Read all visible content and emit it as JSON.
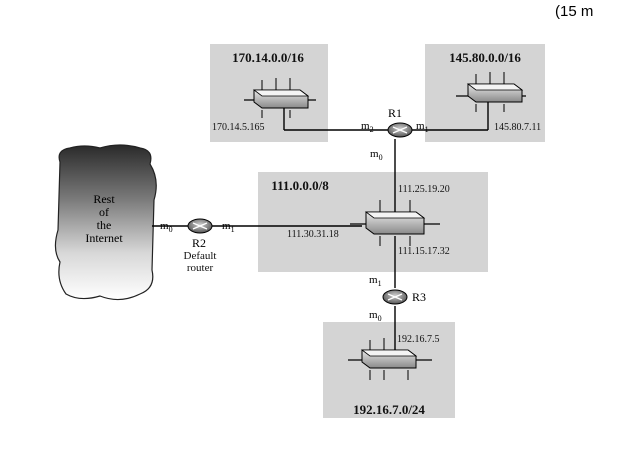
{
  "corner_text": "(15 m",
  "networks": {
    "net170": {
      "label": "170.14.0.0/16",
      "host_ip": "170.14.5.165"
    },
    "net145": {
      "label": "145.80.0.0/16",
      "host_ip": "145.80.7.11"
    },
    "net111": {
      "label": "111.0.0.0/8",
      "ip_r1": "111.25.19.20",
      "ip_r2": "111.30.31.18",
      "ip_r3": "111.15.17.32"
    },
    "net192": {
      "label": "192.16.7.0/24",
      "ip_r3": "192.16.7.5"
    }
  },
  "routers": {
    "r1": {
      "name": "R1",
      "if_m0": "m",
      "if_m0_sub": "0",
      "if_m1": "m",
      "if_m1_sub": "1",
      "if_m2": "m",
      "if_m2_sub": "2"
    },
    "r2": {
      "name": "R2",
      "subtitle_line1": "Default",
      "subtitle_line2": "router",
      "if_m0": "m",
      "if_m0_sub": "0",
      "if_m1": "m",
      "if_m1_sub": "1"
    },
    "r3": {
      "name": "R3",
      "if_m0": "m",
      "if_m0_sub": "0",
      "if_m1": "m",
      "if_m1_sub": "1"
    }
  },
  "internet": {
    "line1": "Rest",
    "line2": "of",
    "line3": "the",
    "line4": "Internet"
  }
}
